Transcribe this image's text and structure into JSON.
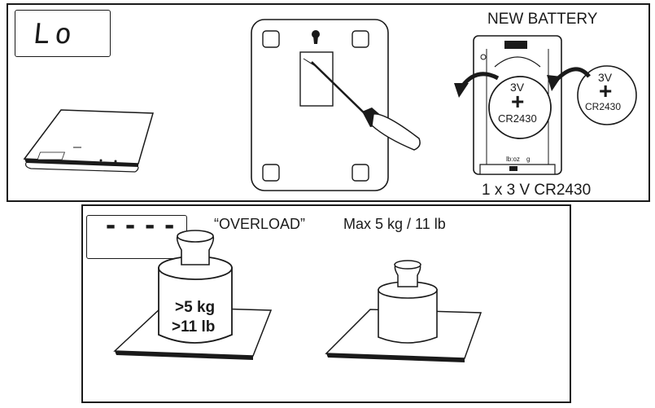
{
  "top": {
    "display_text": "Lo",
    "battery_heading": "NEW BATTERY",
    "battery_caption": "1 x 3 V CR2430",
    "battery_in": {
      "voltage": "3V",
      "polarity": "+",
      "model": "CR2430"
    },
    "battery_new": {
      "voltage": "3V",
      "polarity": "+",
      "model": "CR2430"
    },
    "unit_switch_left": "lb:oz",
    "unit_switch_right": "g"
  },
  "bottom": {
    "display_text": "----",
    "overload_label": "“OVERLOAD”",
    "max_label": "Max 5 kg / 11 lb",
    "weight_line1": ">5 kg",
    "weight_line2": ">11 lb"
  }
}
